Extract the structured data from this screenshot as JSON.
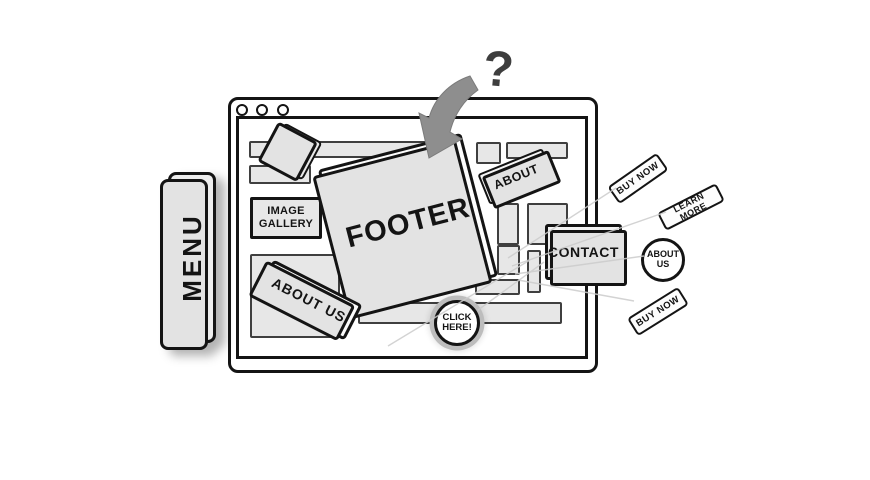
{
  "annotation": {
    "question_mark": "?"
  },
  "menu_sign": {
    "label": "MENU"
  },
  "browser_page": {
    "image_gallery_box": {
      "line1": "IMAGE",
      "line2": "GALLERY"
    },
    "footer_card": {
      "label": "FOOTER"
    },
    "about_tag": {
      "label": "ABOUT"
    },
    "about_us_tag": {
      "label": "ABOUT US"
    },
    "contact_button": {
      "label": "CONTACT"
    },
    "click_here_badge": {
      "line1": "CLICK",
      "line2": "HERE!"
    }
  },
  "floating_ctas": {
    "buy_now_top": {
      "label": "BUY NOW"
    },
    "learn_more": {
      "label": "LEARN MORE"
    },
    "about_us_circle": {
      "line1": "ABOUT",
      "line2": "US"
    },
    "buy_now_bottom": {
      "label": "BUY NOW"
    }
  },
  "colors": {
    "ink": "#141414",
    "placeholder_fill": "#e7e7e7",
    "placeholder_border": "#3f3f3f",
    "arrow_grey": "#8e8e8e",
    "badge_halo": "#bdbdbd",
    "connector_line": "#cccccc"
  }
}
